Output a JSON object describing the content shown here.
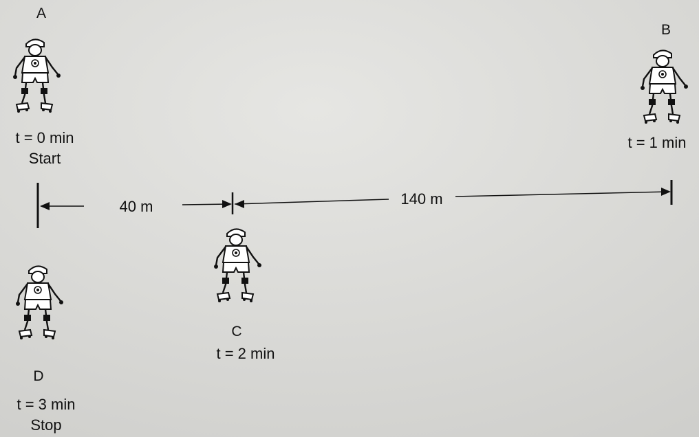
{
  "positions": [
    {
      "id": "A",
      "time": "t = 0 min",
      "note": "Start"
    },
    {
      "id": "B",
      "time": "t = 1 min",
      "note": ""
    },
    {
      "id": "C",
      "time": "t = 2 min",
      "note": ""
    },
    {
      "id": "D",
      "time": "t = 3 min",
      "note": "Stop"
    }
  ],
  "distances": {
    "short": "40 m",
    "long": "140 m"
  },
  "colors": {
    "paper": "#d9d9d6",
    "ink": "#111111"
  }
}
